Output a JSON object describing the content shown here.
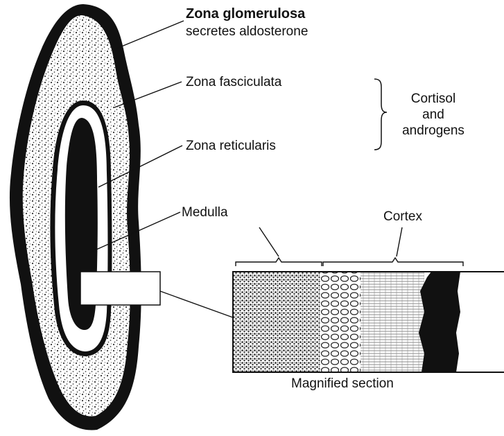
{
  "labels": {
    "glomerulosa_title": "Zona glomerulosa",
    "glomerulosa_sub": "secretes aldosterone",
    "fasciculata": "Zona fasciculata",
    "reticularis": "Zona reticularis",
    "cortisol_line1": "Cortisol",
    "cortisol_line2": "and",
    "cortisol_line3": "androgens",
    "medulla": "Medulla",
    "cortex": "Cortex",
    "magnified": "Magnified section"
  },
  "colors": {
    "ink": "#111111",
    "paper": "#ffffff",
    "stipple": "#555555"
  }
}
